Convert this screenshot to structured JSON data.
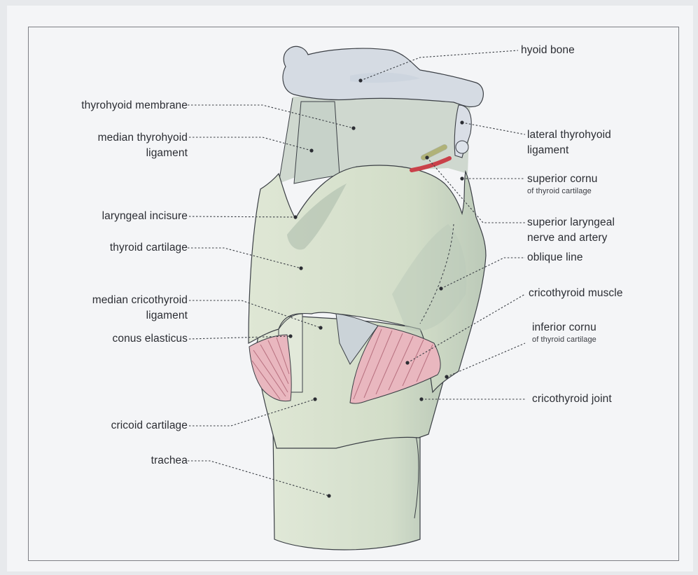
{
  "labels": {
    "hyoid_bone": "hyoid bone",
    "thyrohyoid_membrane": "thyrohyoid membrane",
    "median_thyrohyoid_ligament": [
      "median thyrohyoid",
      "ligament"
    ],
    "lateral_thyrohyoid_ligament": [
      "lateral thyrohyoid",
      "ligament"
    ],
    "superior_cornu": "superior cornu",
    "superior_cornu_sub": "of thyroid cartilage",
    "laryngeal_incisure": "laryngeal incisure",
    "superior_laryngeal_nerve_artery": [
      "superior laryngeal",
      "nerve and artery"
    ],
    "thyroid_cartilage": "thyroid cartilage",
    "oblique_line": "oblique line",
    "median_cricothyroid_ligament": [
      "median cricothyroid",
      "ligament"
    ],
    "cricothyroid_muscle": "cricothyroid muscle",
    "conus_elasticus": "conus elasticus",
    "inferior_cornu": "inferior cornu",
    "inferior_cornu_sub": "of thyroid cartilage",
    "cricothyroid_joint": "cricothyroid joint",
    "cricoid_cartilage": "cricoid cartilage",
    "trachea": "trachea"
  },
  "colors": {
    "cartilage": "#d6e0cc",
    "cartilage_shade": "#b6c6b2",
    "bone": "#d5dbe3",
    "membrane": "#cfd9cf",
    "muscle": "#e9b7bf",
    "muscle_lines": "#b7707f",
    "artery": "#c9414a",
    "nerve": "#d7d98a",
    "outline": "#3b3f45",
    "leader": "#3b3f45"
  }
}
